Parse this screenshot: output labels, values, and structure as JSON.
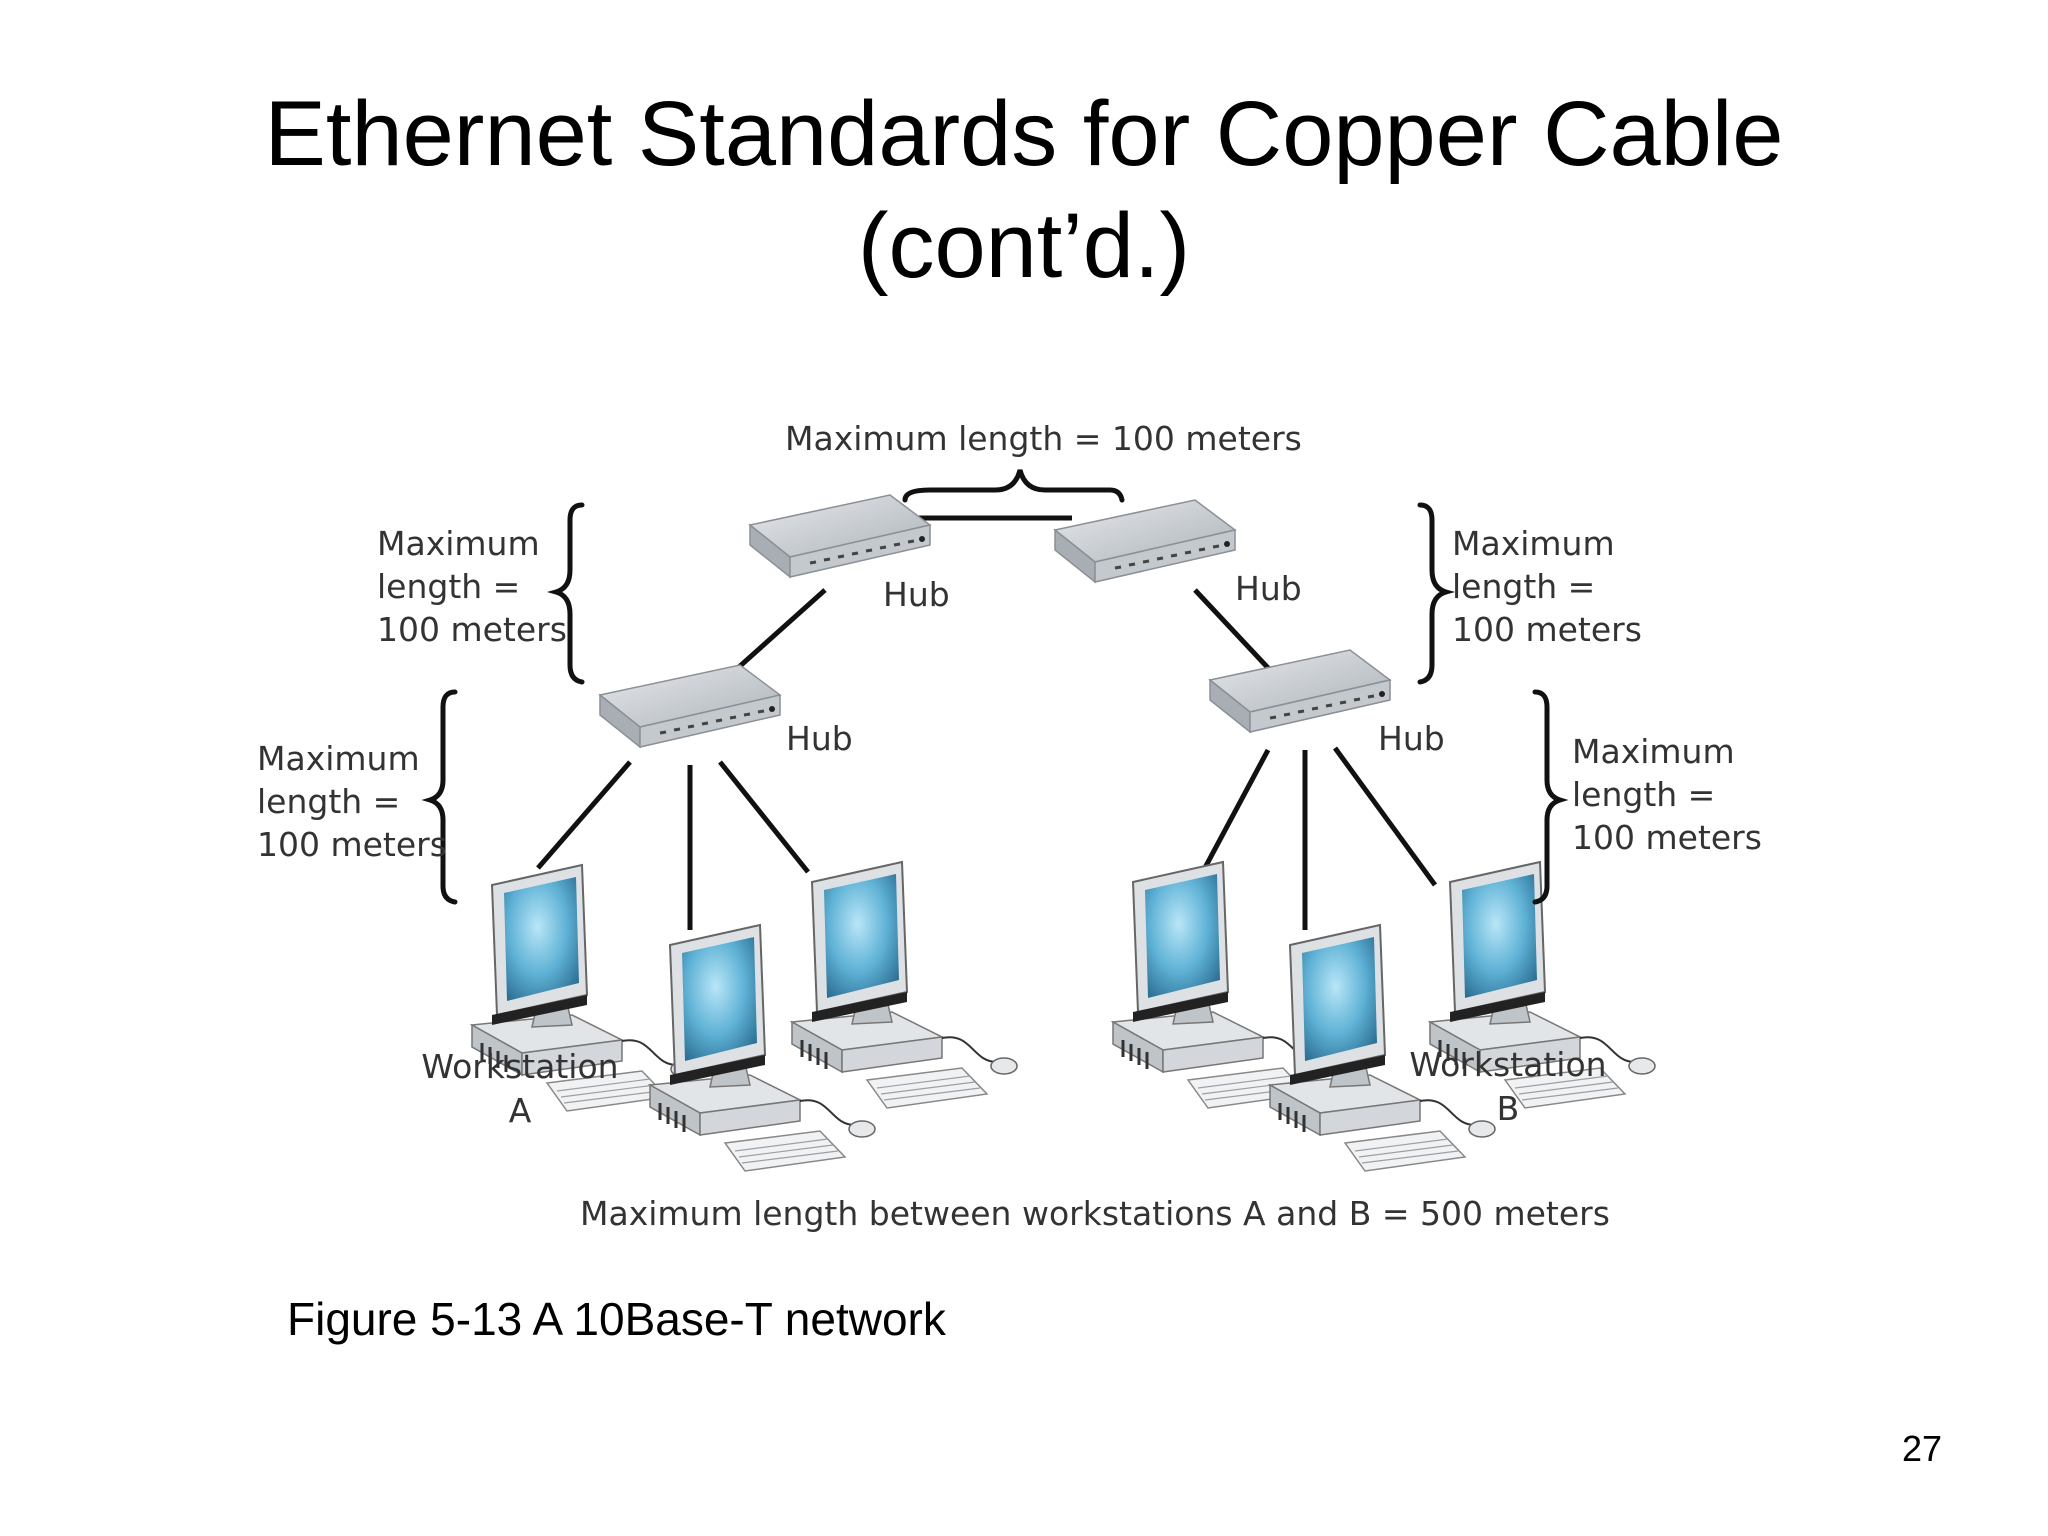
{
  "slide": {
    "title_line1": "Ethernet Standards for Copper Cable",
    "title_line2": "(cont’d.)",
    "caption": "Figure 5-13 A 10Base-T network",
    "page_number": "27"
  },
  "diagram": {
    "top_label": "Maximum length = 100 meters",
    "bottom_label": "Maximum length between workstations A and B = 500 meters",
    "hub_label": "Hub",
    "max_label": {
      "line1": "Maximum",
      "line2": "length =",
      "line3": "100 meters"
    },
    "workstation_a": {
      "line1": "Workstation",
      "line2": "A"
    },
    "workstation_b": {
      "line1": "Workstation",
      "line2": "B"
    }
  },
  "colors": {
    "screen": "#5fb2d6",
    "device": "#d9dde0",
    "cable": "#111111"
  }
}
